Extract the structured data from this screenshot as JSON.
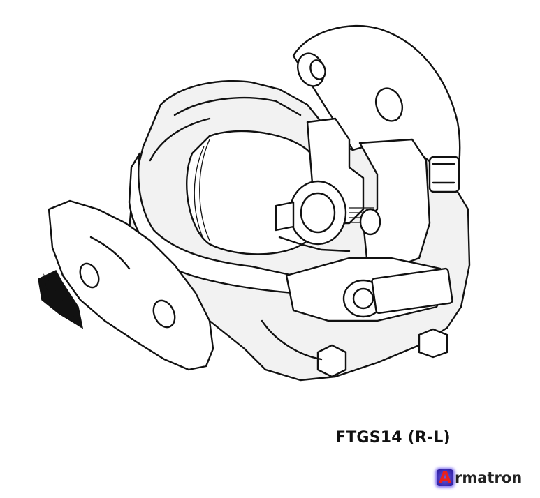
{
  "figure": {
    "caption": "FTGS14 (R-L)",
    "brand": {
      "logo_letter": "A",
      "name": "rmatron",
      "logo_color": "#e8201a",
      "logo_bg": "#4a3ac8"
    },
    "flow_arrow": "arrow-down-left-icon"
  }
}
